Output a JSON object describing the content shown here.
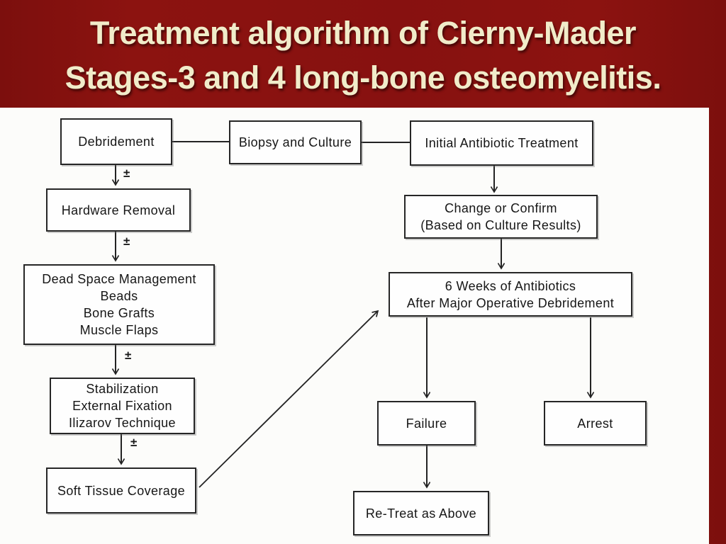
{
  "slide": {
    "title_line1": "Treatment algorithm of Cierny-Mader",
    "title_line2": "Stages-3 and 4 long-bone osteomyelitis."
  },
  "colors": {
    "background": "#871110",
    "title_text": "#f1ecca",
    "panel_bg": "#fcfcfa",
    "line": "#232323"
  },
  "diagram": {
    "plus_minus": "±",
    "nodes": {
      "debridement": "Debridement",
      "biopsy": "Biopsy and Culture",
      "initial_antibiotic": "Initial Antibiotic Treatment",
      "hardware_removal": "Hardware Removal",
      "change_confirm": "Change or Confirm\n(Based on Culture Results)",
      "dead_space": "Dead Space Management\nBeads\nBone Grafts\nMuscle Flaps",
      "six_weeks": "6 Weeks of Antibiotics\nAfter Major Operative Debridement",
      "stabilization": "Stabilization\nExternal Fixation\nIlizarov Technique",
      "soft_tissue": "Soft Tissue Coverage",
      "failure": "Failure",
      "arrest": "Arrest",
      "retreat": "Re-Treat as Above"
    }
  }
}
